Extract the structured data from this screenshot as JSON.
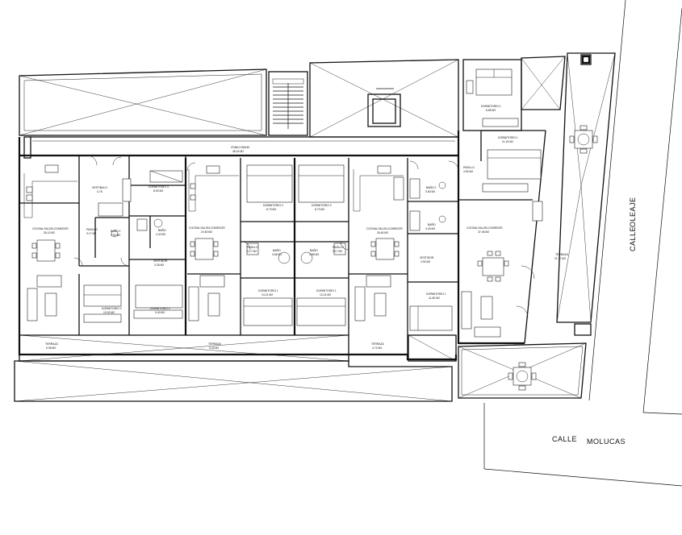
{
  "streets": {
    "east_name": "CALLE",
    "east_value": "OLEAJE",
    "south_name": "CALLE",
    "south_value": "MOLUCAS"
  },
  "rooms": [
    {
      "id": "zona-comun",
      "name": "ZONA COMUN",
      "area": "48.24 M2"
    },
    {
      "id": "a-vestibulo",
      "name": "VESTIBULO",
      "area": "4.76"
    },
    {
      "id": "a-pasillo",
      "name": "PASILLO",
      "area": "3.17 M2"
    },
    {
      "id": "a-cocina",
      "name": "COCINA-SALON-COMEDOR",
      "area": "26.10 M2"
    },
    {
      "id": "a-dorm2",
      "name": "DORMITORIO 2",
      "area": "10.00 M2"
    },
    {
      "id": "a-dorm3",
      "name": "DORMITORIO 3",
      "area": "8.50 M2"
    },
    {
      "id": "a-bano2",
      "name": "BAÑO 2",
      "area": "3.50 M2"
    },
    {
      "id": "a-bano",
      "name": "BAÑO",
      "area": "4.32 M2"
    },
    {
      "id": "a-vestidor",
      "name": "VESTIDOR",
      "area": "3.26 M2"
    },
    {
      "id": "a-dorm1",
      "name": "DORMITORIO 1",
      "area": "9.40 M2"
    },
    {
      "id": "a-terraza",
      "name": "TERRAZA",
      "area": "5.08 M2"
    },
    {
      "id": "b-cocina",
      "name": "COCINA-SALON-COMEDOR",
      "area": "24.60 M2"
    },
    {
      "id": "b-terraza",
      "name": "TERRAZA",
      "area": "5.43 M2"
    },
    {
      "id": "c-dorm2",
      "name": "DORMITORIO 2",
      "area": "8.73 M2"
    },
    {
      "id": "c-pasillo",
      "name": "PASILLO",
      "area": "3.17 M2"
    },
    {
      "id": "c-bano",
      "name": "BAÑO",
      "area": "3.65 M2"
    },
    {
      "id": "c-dorm1",
      "name": "DORMITORIO 1",
      "area": "13.21 M2"
    },
    {
      "id": "d-dorm2",
      "name": "DORMITORIO 2",
      "area": "8.73 M2"
    },
    {
      "id": "d-pasillo",
      "name": "PASILLO",
      "area": "3.17 M2"
    },
    {
      "id": "d-bano",
      "name": "BAÑO",
      "area": "3.65 M2"
    },
    {
      "id": "d-dorm1",
      "name": "DORMITORIO 1",
      "area": "13.21 M2"
    },
    {
      "id": "e-cocina",
      "name": "COCINA-SALON-COMEDOR",
      "area": "26.60 M2"
    },
    {
      "id": "e-terraza",
      "name": "TERRAZA",
      "area": "4.72 M2"
    },
    {
      "id": "f-bano2",
      "name": "BAÑO 2",
      "area": "3.60 M2"
    },
    {
      "id": "f-bano",
      "name": "BAÑO",
      "area": "4.40 M2"
    },
    {
      "id": "f-vestidor",
      "name": "VESTIDOR",
      "area": "2.90 M2"
    },
    {
      "id": "f-dorm1",
      "name": "DORMITORIO 1",
      "area": "11.80 M2"
    },
    {
      "id": "f-cocina",
      "name": "COCINA-SALON-COMEDOR",
      "area": "37.46 M2"
    },
    {
      "id": "f-pasillo",
      "name": "PASILLO",
      "area": "4.50 M2"
    },
    {
      "id": "f-dorm-upper",
      "name": "DORMITORIO 1",
      "area": "11.15 M2"
    },
    {
      "id": "f-dorm-top",
      "name": "DORMITORIO 1",
      "area": "8.85 M2"
    },
    {
      "id": "f-terraza",
      "name": "TERRAZA",
      "area": "21.37 M2"
    }
  ]
}
